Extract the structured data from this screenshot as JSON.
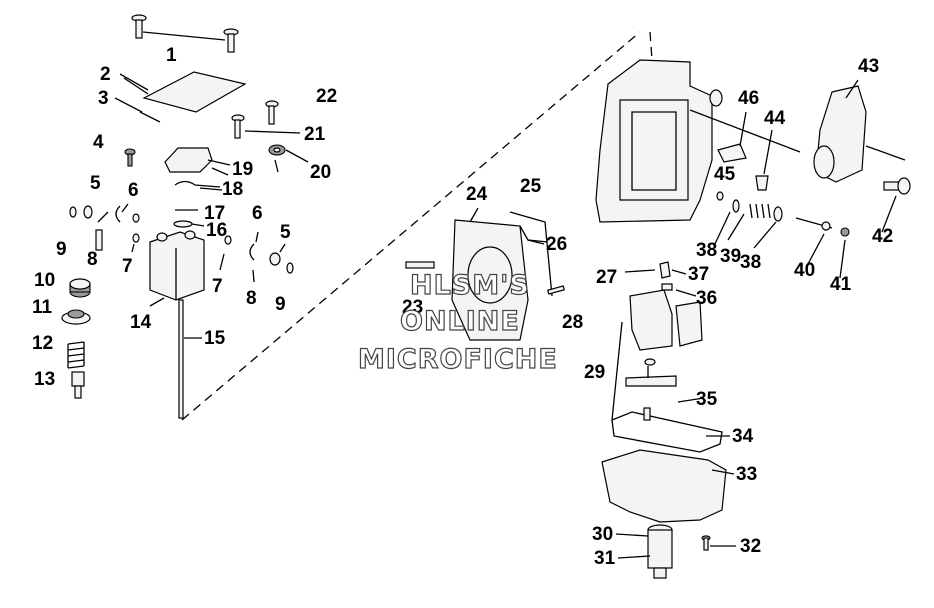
{
  "diagram": {
    "callouts": [
      {
        "id": "1",
        "text": "1"
      },
      {
        "id": "2",
        "text": "2"
      },
      {
        "id": "3",
        "text": "3"
      },
      {
        "id": "4",
        "text": "4"
      },
      {
        "id": "5a",
        "text": "5"
      },
      {
        "id": "5b",
        "text": "5"
      },
      {
        "id": "6a",
        "text": "6"
      },
      {
        "id": "6b",
        "text": "6"
      },
      {
        "id": "7a",
        "text": "7"
      },
      {
        "id": "7b",
        "text": "7"
      },
      {
        "id": "8a",
        "text": "8"
      },
      {
        "id": "8b",
        "text": "8"
      },
      {
        "id": "9a",
        "text": "9"
      },
      {
        "id": "9b",
        "text": "9"
      },
      {
        "id": "10",
        "text": "10"
      },
      {
        "id": "11",
        "text": "11"
      },
      {
        "id": "12",
        "text": "12"
      },
      {
        "id": "13",
        "text": "13"
      },
      {
        "id": "14",
        "text": "14"
      },
      {
        "id": "15",
        "text": "15"
      },
      {
        "id": "16",
        "text": "16"
      },
      {
        "id": "17",
        "text": "17"
      },
      {
        "id": "18",
        "text": "18"
      },
      {
        "id": "19",
        "text": "19"
      },
      {
        "id": "20",
        "text": "20"
      },
      {
        "id": "21",
        "text": "21"
      },
      {
        "id": "22",
        "text": "22"
      },
      {
        "id": "23",
        "text": "23"
      },
      {
        "id": "24",
        "text": "24"
      },
      {
        "id": "25",
        "text": "25"
      },
      {
        "id": "26",
        "text": "26"
      },
      {
        "id": "27",
        "text": "27"
      },
      {
        "id": "28",
        "text": "28"
      },
      {
        "id": "29",
        "text": "29"
      },
      {
        "id": "30",
        "text": "30"
      },
      {
        "id": "31",
        "text": "31"
      },
      {
        "id": "32",
        "text": "32"
      },
      {
        "id": "33",
        "text": "33"
      },
      {
        "id": "34",
        "text": "34"
      },
      {
        "id": "35",
        "text": "35"
      },
      {
        "id": "36",
        "text": "36"
      },
      {
        "id": "37",
        "text": "37"
      },
      {
        "id": "38a",
        "text": "38"
      },
      {
        "id": "38b",
        "text": "38"
      },
      {
        "id": "39",
        "text": "39"
      },
      {
        "id": "40",
        "text": "40"
      },
      {
        "id": "41",
        "text": "41"
      },
      {
        "id": "42",
        "text": "42"
      },
      {
        "id": "43",
        "text": "43"
      },
      {
        "id": "44",
        "text": "44"
      },
      {
        "id": "45",
        "text": "45"
      },
      {
        "id": "46",
        "text": "46"
      }
    ]
  },
  "watermark": {
    "line1": "HLSM'S",
    "line2": "ONLINE",
    "line3": "MICROFICHE"
  }
}
